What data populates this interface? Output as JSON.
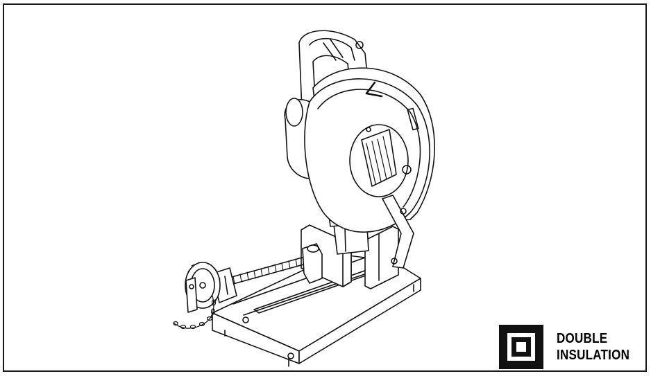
{
  "badge": {
    "line1": "DOUBLE",
    "line2": "INSULATION",
    "icon": "double-insulation-icon",
    "color": "#111111"
  },
  "illustration": {
    "icon": "cut-off-saw-drawing"
  }
}
